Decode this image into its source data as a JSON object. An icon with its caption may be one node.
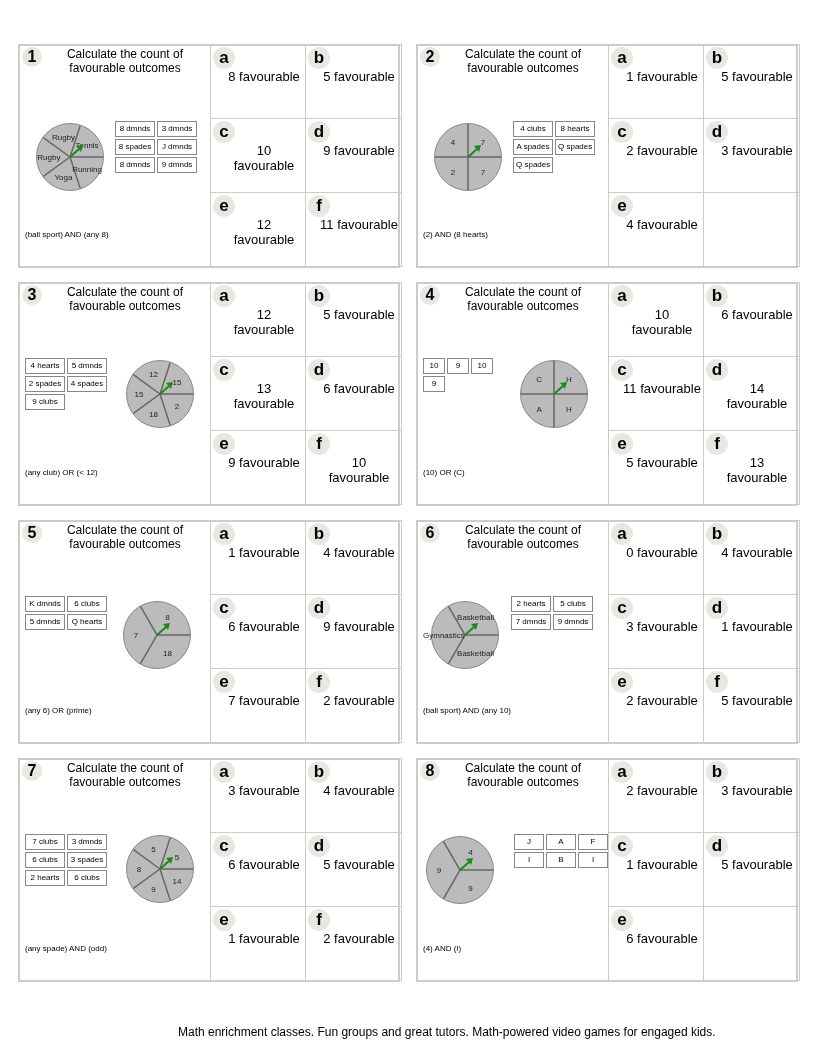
{
  "diagram": {
    "nodes": [
      {
        "text": [
          "1",
          "Calculate the count of favourable outcomes",
          "(ball sport) AND (any 8)"
        ]
      },
      {
        "text": [
          "Tennis",
          "Rugby",
          "Rugby",
          "Yoga",
          "Running"
        ],
        "in": 0
      },
      {
        "text": [
          "8 dmnds"
        ],
        "in": 0
      },
      {
        "text": [
          "3 dmnds"
        ],
        "in": 0
      },
      {
        "text": [
          "8 spades"
        ],
        "in": 0
      },
      {
        "text": [
          "J dmnds"
        ],
        "in": 0
      },
      {
        "text": [
          "8 dmnds"
        ],
        "in": 0
      },
      {
        "text": [
          "9 dmnds"
        ],
        "in": 0
      },
      {
        "text": [
          "a",
          "8 favourable"
        ],
        "in": 0
      },
      {
        "text": [
          "b",
          "5 favourable"
        ],
        "in": 0
      },
      {
        "text": [
          "c",
          "10 favourable"
        ],
        "in": 0
      },
      {
        "text": [
          "d",
          "9 favourable"
        ],
        "in": 0
      },
      {
        "text": [
          "e",
          "12 favourable"
        ],
        "in": 0
      },
      {
        "text": [
          "f",
          "11 favourable"
        ],
        "in": 0
      },
      {
        "text": [
          "2",
          "Calculate the count of favourable outcomes",
          "(2) AND (8 hearts)"
        ]
      },
      {
        "text": [
          "7",
          "4",
          "2",
          "7"
        ],
        "in": 14
      },
      {
        "text": [
          "4 clubs"
        ],
        "in": 14
      },
      {
        "text": [
          "8 hearts"
        ],
        "in": 14
      },
      {
        "text": [
          "A spades"
        ],
        "in": 14
      },
      {
        "text": [
          "Q spades"
        ],
        "in": 14
      },
      {
        "text": [
          "Q spades"
        ],
        "in": 14
      },
      {
        "text": [
          "a",
          "1 favourable"
        ],
        "in": 14
      },
      {
        "text": [
          "b",
          "5 favourable"
        ],
        "in": 14
      },
      {
        "text": [
          "c",
          "2 favourable"
        ],
        "in": 14
      },
      {
        "text": [
          "d",
          "3 favourable"
        ],
        "in": 14
      },
      {
        "text": [
          "e",
          "4 favourable"
        ],
        "in": 14
      },
      {
        "text": [],
        "shape": "box",
        "in": 14
      },
      {
        "text": [
          "3",
          "Calculate the count of favourable outcomes",
          "(any club) OR (< 12)"
        ]
      },
      {
        "text": [
          "15",
          "12",
          "15",
          "18",
          "2"
        ],
        "in": 27
      },
      {
        "text": [
          "4 hearts"
        ],
        "in": 27
      },
      {
        "text": [
          "5 dmnds"
        ],
        "in": 27
      },
      {
        "text": [
          "2 spades"
        ],
        "in": 27
      },
      {
        "text": [
          "4 spades"
        ],
        "in": 27
      },
      {
        "text": [
          "9 clubs"
        ],
        "in": 27
      },
      {
        "text": [
          "a",
          "12 favourable"
        ],
        "in": 27
      },
      {
        "text": [
          "b",
          "5 favourable"
        ],
        "in": 27
      },
      {
        "text": [
          "c",
          "13 favourable"
        ],
        "in": 27
      },
      {
        "text": [
          "d",
          "6 favourable"
        ],
        "in": 27
      },
      {
        "text": [
          "e",
          "9 favourable"
        ],
        "in": 27
      },
      {
        "text": [
          "f",
          "10 favourable"
        ],
        "in": 27
      },
      {
        "text": [
          "4",
          "Calculate the count of favourable outcomes",
          "(10) OR (C)"
        ]
      },
      {
        "text": [
          "H",
          "C",
          "A",
          "H"
        ],
        "in": 40
      },
      {
        "text": [
          "10"
        ],
        "in": 40
      },
      {
        "text": [
          "9"
        ],
        "in": 40
      },
      {
        "text": [
          "10"
        ],
        "in": 40
      },
      {
        "text": [
          "9"
        ],
        "in": 40
      },
      {
        "text": [
          "a",
          "10 favourable"
        ],
        "in": 40
      },
      {
        "text": [
          "b",
          "6 favourable"
        ],
        "in": 40
      },
      {
        "text": [
          "c",
          "11 favourable"
        ],
        "in": 40
      },
      {
        "text": [
          "d",
          "14 favourable"
        ],
        "in": 40
      },
      {
        "text": [
          "e",
          "5 favourable"
        ],
        "in": 40
      },
      {
        "text": [
          "f",
          "13 favourable"
        ],
        "in": 40
      },
      {
        "text": [
          "5",
          "Calculate the count of favourable outcomes",
          "(any 6) OR (prime)"
        ]
      },
      {
        "text": [
          "8",
          "7",
          "18"
        ],
        "in": 52
      },
      {
        "text": [
          "K dmnds"
        ],
        "in": 52
      },
      {
        "text": [
          "6 clubs"
        ],
        "in": 52
      },
      {
        "text": [
          "5 dmnds"
        ],
        "in": 52
      },
      {
        "text": [
          "Q hearts"
        ],
        "in": 52
      },
      {
        "text": [
          "a",
          "1 favourable"
        ],
        "in": 52
      },
      {
        "text": [
          "b",
          "4 favourable"
        ],
        "in": 52
      },
      {
        "text": [
          "c",
          "6 favourable"
        ],
        "in": 52
      },
      {
        "text": [
          "d",
          "9 favourable"
        ],
        "in": 52
      },
      {
        "text": [
          "e",
          "7 favourable"
        ],
        "in": 52
      },
      {
        "text": [
          "f",
          "2 favourable"
        ],
        "in": 52
      },
      {
        "text": [
          "6",
          "Calculate the count of favourable outcomes",
          "(ball sport) AND (any 10)"
        ]
      },
      {
        "text": [
          "Basketball",
          "Gymnastics",
          "Basketball"
        ],
        "in": 64
      },
      {
        "text": [
          "2 hearts"
        ],
        "in": 64
      },
      {
        "text": [
          "5 clubs"
        ],
        "in": 64
      },
      {
        "text": [
          "7 dmnds"
        ],
        "in": 64
      },
      {
        "text": [
          "9 dmnds"
        ],
        "in": 64
      },
      {
        "text": [
          "a",
          "0 favourable"
        ],
        "in": 64
      },
      {
        "text": [
          "b",
          "4 favourable"
        ],
        "in": 64
      },
      {
        "text": [
          "c",
          "3 favourable"
        ],
        "in": 64
      },
      {
        "text": [
          "d",
          "1 favourable"
        ],
        "in": 64
      },
      {
        "text": [
          "e",
          "2 favourable"
        ],
        "in": 64
      },
      {
        "text": [
          "f",
          "5 favourable"
        ],
        "in": 64
      },
      {
        "text": [
          "7",
          "Calculate the count of favourable outcomes",
          "(any spade) AND (odd)"
        ]
      },
      {
        "text": [
          "5",
          "5",
          "8",
          "9",
          "14"
        ],
        "in": 76
      },
      {
        "text": [
          "7 clubs"
        ],
        "in": 76
      },
      {
        "text": [
          "3 dmnds"
        ],
        "in": 76
      },
      {
        "text": [
          "6 clubs"
        ],
        "in": 76
      },
      {
        "text": [
          "3 spades"
        ],
        "in": 76
      },
      {
        "text": [
          "2 hearts"
        ],
        "in": 76
      },
      {
        "text": [
          "6 clubs"
        ],
        "in": 76
      },
      {
        "text": [
          "a",
          "3 favourable"
        ],
        "in": 76
      },
      {
        "text": [
          "b",
          "4 favourable"
        ],
        "in": 76
      },
      {
        "text": [
          "c",
          "6 favourable"
        ],
        "in": 76
      },
      {
        "text": [
          "d",
          "5 favourable"
        ],
        "in": 76
      },
      {
        "text": [
          "e",
          "1 favourable"
        ],
        "in": 76
      },
      {
        "text": [
          "f",
          "2 favourable"
        ],
        "in": 76
      },
      {
        "text": [
          "8",
          "Calculate the count of favourable outcomes",
          "(4) AND (I)"
        ]
      },
      {
        "text": [
          "4",
          "9",
          "9"
        ],
        "in": 90
      },
      {
        "text": [
          "J"
        ],
        "in": 90
      },
      {
        "text": [
          "A"
        ],
        "in": 90
      },
      {
        "text": [
          "F"
        ],
        "in": 90
      },
      {
        "text": [
          "I"
        ],
        "in": 90
      },
      {
        "text": [
          "B"
        ],
        "in": 90
      },
      {
        "text": [
          "I"
        ],
        "in": 90
      },
      {
        "text": [
          "a",
          "2 favourable"
        ],
        "in": 90
      },
      {
        "text": [
          "b",
          "3 favourable"
        ],
        "in": 90
      },
      {
        "text": [
          "c",
          "1 favourable"
        ],
        "in": 90
      },
      {
        "text": [
          "d",
          "5 favourable"
        ],
        "in": 90
      },
      {
        "text": [
          "e",
          "6 favourable"
        ],
        "in": 90
      },
      {
        "text": [],
        "shape": "box",
        "in": 90
      }
    ],
    "labels": [
      "Math enrichment classes. Fun groups and great tutors. Math-powered video games for engaged kids."
    ]
  }
}
